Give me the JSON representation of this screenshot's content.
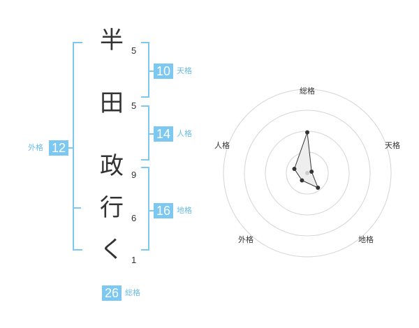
{
  "name": {
    "characters": [
      {
        "char": "半",
        "strokes": "5"
      },
      {
        "char": "田",
        "strokes": "5"
      },
      {
        "char": "政",
        "strokes": "9"
      },
      {
        "char": "行",
        "strokes": "6"
      },
      {
        "char": "く",
        "strokes": "1"
      }
    ]
  },
  "fortune": {
    "tenkaku": {
      "label": "天格",
      "value": "10"
    },
    "jinkaku": {
      "label": "人格",
      "value": "14"
    },
    "chikaku": {
      "label": "地格",
      "value": "16"
    },
    "gaikaku": {
      "label": "外格",
      "value": "12"
    },
    "soukaku": {
      "label": "総格",
      "value": "26"
    }
  },
  "radar": {
    "axis_labels": [
      "総格",
      "天格",
      "地格",
      "外格",
      "人格"
    ],
    "ring_count": 4
  },
  "colors": {
    "accent": "#7cc8f0",
    "accent_text": "#6bbde9",
    "text": "#333333",
    "ring": "#d4d4d4",
    "polygon_fill": "#eeeeee",
    "marker": "#333333"
  }
}
